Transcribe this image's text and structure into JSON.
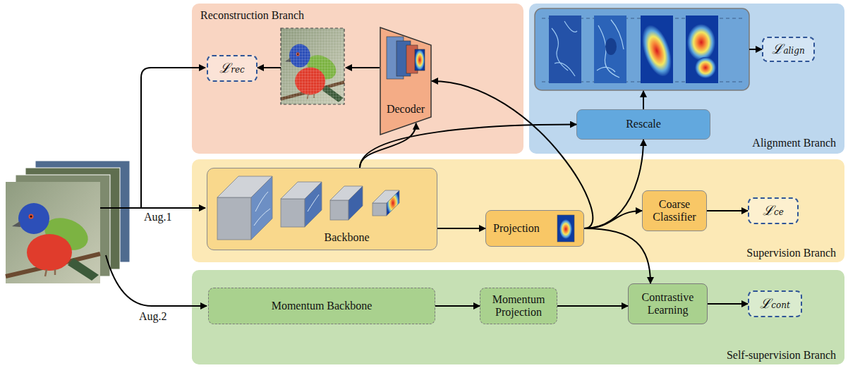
{
  "diagram": {
    "nodes": [
      {
        "text": [
          "Reconstruction Branch"
        ]
      },
      {
        "text": [
          "ℒrec"
        ],
        "in": 0
      },
      {
        "text": [
          "Decoder"
        ],
        "in": 0
      },
      {
        "text": [
          "Alignment Branch"
        ]
      },
      {
        "text": [
          "Rescale"
        ],
        "in": 3
      },
      {
        "text": [
          "ℒalign"
        ],
        "in": 3
      },
      {
        "text": [
          "Supervision Branch"
        ]
      },
      {
        "text": [
          "Backbone"
        ],
        "in": 6
      },
      {
        "text": [
          "Projection"
        ],
        "in": 6
      },
      {
        "text": [
          "Coarse Classifier"
        ],
        "in": 6
      },
      {
        "text": [
          "ℒce"
        ],
        "in": 6
      },
      {
        "text": [
          "Self-supervision Branch"
        ]
      },
      {
        "text": [
          "Momentum Backbone"
        ],
        "in": 11
      },
      {
        "text": [
          "Momentum Projection"
        ],
        "in": 11
      },
      {
        "text": [
          "Contrastive Learning"
        ],
        "in": 11
      },
      {
        "text": [
          "ℒcont"
        ],
        "in": 11
      }
    ],
    "edges": [
      {
        "from": 2,
        "to": 1,
        "arrow": "to"
      },
      {
        "from": 7,
        "to": 2,
        "arrow": "to"
      },
      {
        "from": 7,
        "to": 4,
        "arrow": "to"
      },
      {
        "from": 7,
        "to": 8,
        "arrow": "to"
      },
      {
        "from": 8,
        "to": 2,
        "arrow": "to"
      },
      {
        "from": 8,
        "to": 4,
        "arrow": "to"
      },
      {
        "from": 8,
        "to": 9,
        "arrow": "to"
      },
      {
        "from": 8,
        "to": 14,
        "arrow": "to"
      },
      {
        "from": 9,
        "to": 10,
        "arrow": "to"
      },
      {
        "from": 4,
        "to": 5,
        "arrow": "to"
      },
      {
        "from": 12,
        "to": 13,
        "arrow": "to"
      },
      {
        "from": 13,
        "to": 14,
        "arrow": "to"
      },
      {
        "from": 14,
        "to": 15,
        "arrow": "to"
      }
    ],
    "labels": [
      "Aug.1",
      "Aug.2"
    ]
  }
}
